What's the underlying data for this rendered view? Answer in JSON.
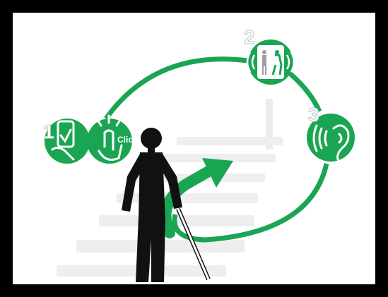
{
  "steps": [
    {
      "number": "1",
      "label": "Clic",
      "icon": "phone-touch-icon"
    },
    {
      "number": "2",
      "icon": "pedestrian-signal-icon"
    },
    {
      "number": "3",
      "icon": "ear-sound-icon"
    }
  ],
  "colors": {
    "accent": "#1aa552",
    "frame": "#000000",
    "background": "#ffffff",
    "crosswalk": "#d9d9d9",
    "figure": "#111111",
    "cane": "#ffffff"
  }
}
